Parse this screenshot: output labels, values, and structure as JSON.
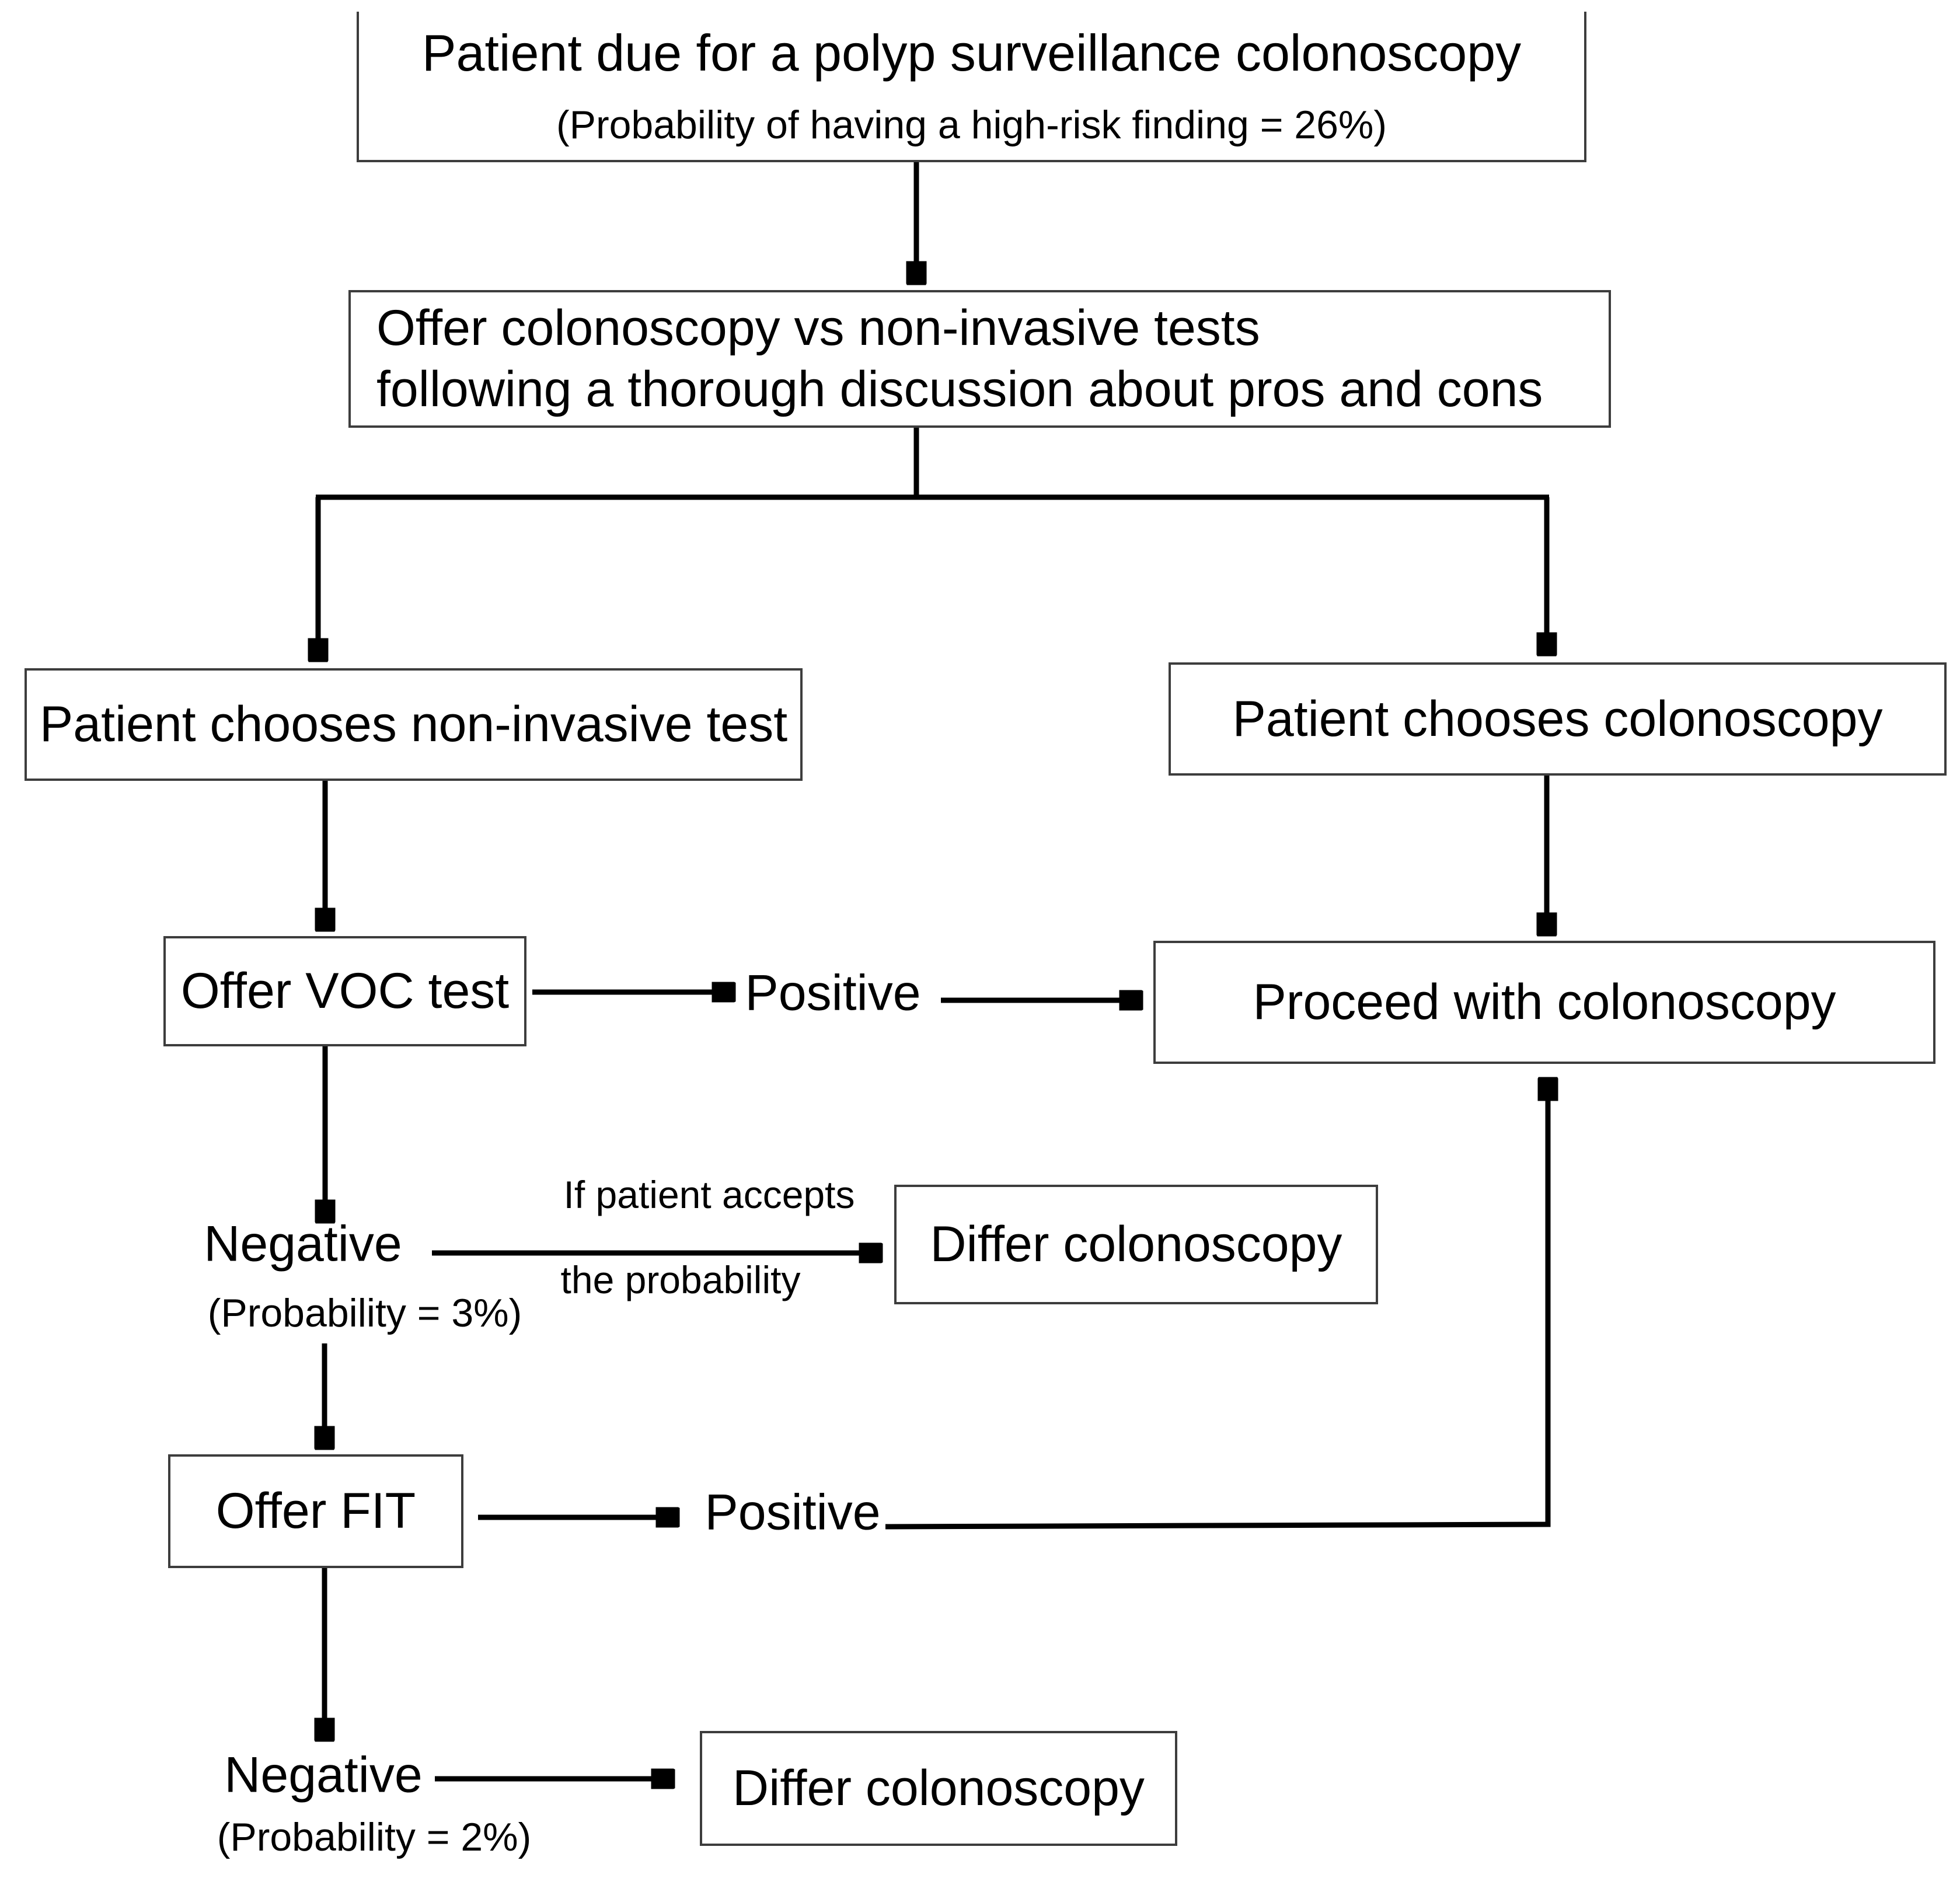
{
  "nodes": {
    "start": {
      "line1": "Patient due for a polyp surveillance colonoscopy",
      "line2": "(Probability of having a high-risk finding = 26%)"
    },
    "offer": {
      "line1": "Offer colonoscopy vs non-invasive tests",
      "line2": "following a thorough discussion about pros and cons"
    },
    "choose_noninvasive": {
      "label": "Patient chooses non-invasive test"
    },
    "choose_colonoscopy": {
      "label": "Patient chooses colonoscopy"
    },
    "voc": {
      "label": "Offer VOC test"
    },
    "proceed": {
      "label": "Proceed with colonoscopy"
    },
    "differ_voc": {
      "label": "Differ colonoscopy"
    },
    "fit": {
      "label": "Offer FIT"
    },
    "differ_fit": {
      "label": "Differ colonoscopy"
    }
  },
  "labels": {
    "voc_positive": "Positive",
    "voc_negative": "Negative",
    "voc_negative_probability": "(Probability = 3%)",
    "accept_condition_line1": "If patient accepts",
    "accept_condition_line2": "the probability",
    "fit_positive": "Positive",
    "fit_negative": "Negative",
    "fit_negative_probability": "(Probability = 2%)"
  },
  "colors": {
    "background": "#ffffff",
    "box_border": "#3d3d3d",
    "text": "#000000",
    "arrow": "#000000"
  }
}
